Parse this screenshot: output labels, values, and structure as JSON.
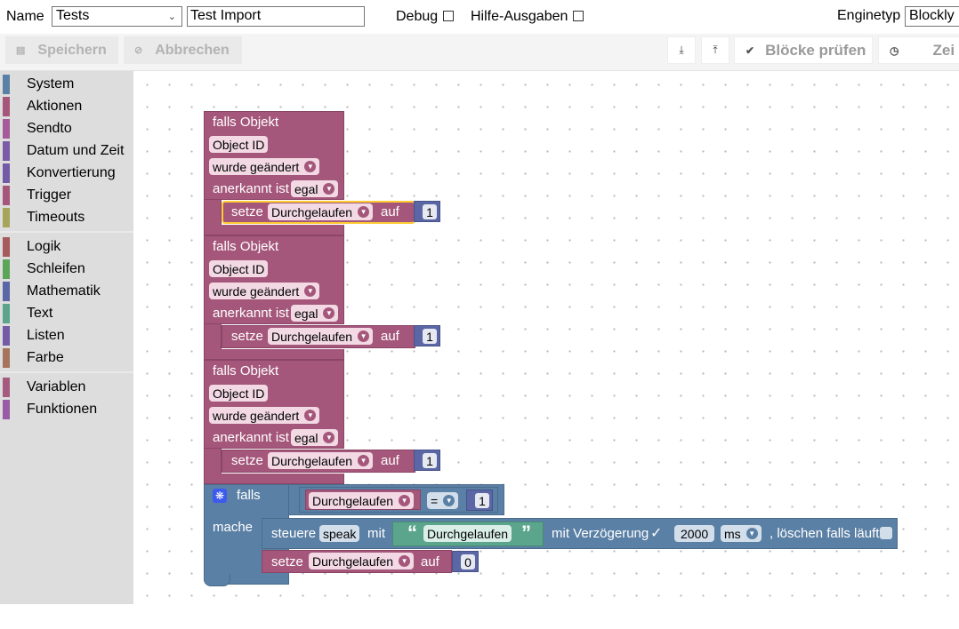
{
  "header": {
    "name_label": "Name",
    "name_select_value": "Tests",
    "script_name": "Test Import",
    "debug_label": "Debug",
    "verbose_label": "Hilfe-Ausgaben",
    "engine_label": "Enginetyp",
    "engine_value": "Blockly"
  },
  "toolbar": {
    "save_label": "Speichern",
    "cancel_label": "Abbrechen",
    "check_label": "Blöcke prüfen",
    "time_label": "Zei"
  },
  "sidebar": {
    "items": [
      {
        "label": "System",
        "color": "#5b80a5"
      },
      {
        "label": "Aktionen",
        "color": "#a5577b"
      },
      {
        "label": "Sendto",
        "color": "#a55b99"
      },
      {
        "label": "Datum und Zeit",
        "color": "#7b5ba5"
      },
      {
        "label": "Konvertierung",
        "color": "#745ba5"
      },
      {
        "label": "Trigger",
        "color": "#a5577b"
      },
      {
        "label": "Timeouts",
        "color": "#a5a55b"
      },
      {
        "label": "Logik",
        "color": "#a55b5b"
      },
      {
        "label": "Schleifen",
        "color": "#5ba55b"
      },
      {
        "label": "Mathematik",
        "color": "#5b67a5"
      },
      {
        "label": "Text",
        "color": "#5ba58c"
      },
      {
        "label": "Listen",
        "color": "#745ba5"
      },
      {
        "label": "Farbe",
        "color": "#a5745b"
      },
      {
        "label": "Variablen",
        "color": "#a55b80"
      },
      {
        "label": "Funktionen",
        "color": "#995ba5"
      }
    ]
  },
  "blocks": {
    "triggers": [
      {
        "title": "falls Objekt",
        "object": "Object ID",
        "event": "wurde geändert",
        "ack_label": "anerkannt ist",
        "ack": "egal",
        "set": "setze",
        "var": "Durchgelaufen",
        "to": "auf",
        "value": "1"
      },
      {
        "title": "falls Objekt",
        "object": "Object ID",
        "event": "wurde geändert",
        "ack_label": "anerkannt ist",
        "ack": "egal",
        "set": "setze",
        "var": "Durchgelaufen",
        "to": "auf",
        "value": "1"
      },
      {
        "title": "falls Objekt",
        "object": "Object ID",
        "event": "wurde geändert",
        "ack_label": "anerkannt ist",
        "ack": "egal",
        "set": "setze",
        "var": "Durchgelaufen",
        "to": "auf",
        "value": "1"
      }
    ],
    "if_block": {
      "if_label": "falls",
      "var": "Durchgelaufen",
      "op": "=",
      "cmp_value": "1",
      "do_label": "mache",
      "control_label": "steuere",
      "control_target": "speak",
      "with_label": "mit",
      "quote_open": "“",
      "text_value": "Durchgelaufen",
      "quote_close": "”",
      "delay_label": "mit Verzögerung",
      "delay_value": "2000",
      "delay_unit": "ms",
      "clear_label": ", löschen falls läuft",
      "set_label": "setze",
      "set_var": "Durchgelaufen",
      "set_to": "auf",
      "set_value": "0"
    }
  }
}
